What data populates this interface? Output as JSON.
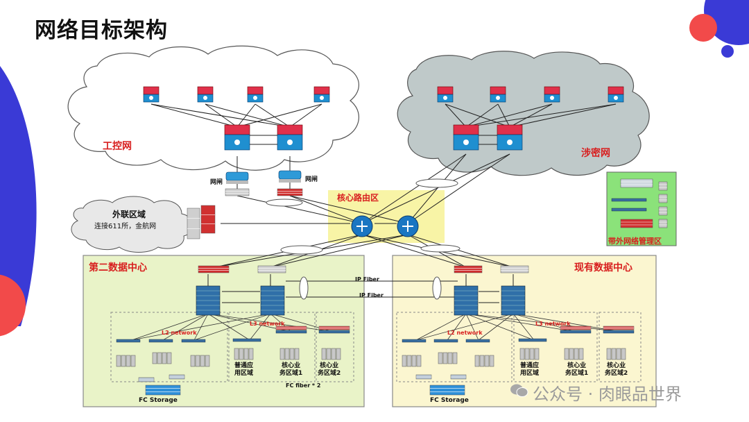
{
  "title": "网络目标架构",
  "zones": {
    "ics_net": "工控网",
    "classified_net": "涉密网",
    "external_zone": "外联区域",
    "external_zone_sub": "连接611所，金航网",
    "core_routing": "核心路由区",
    "oob_mgmt": "带外网络管理区",
    "dc2": "第二数据中心",
    "dc_existing": "现有数据中心"
  },
  "gateway_label": "网闸",
  "links": {
    "ip_fiber": "IP Fiber",
    "fc_fiber": "FC fiber * 2",
    "l2": "L2 network",
    "l3": "L3 network"
  },
  "areas": {
    "general": "普通应\n用区域",
    "core1": "核心业\n务区域1",
    "core2": "核心业\n务区域2"
  },
  "storage": "FC Storage",
  "watermark": "公众号 · 肉眼品世界",
  "colors": {
    "accent_blue": "#3a3ad6",
    "accent_red": "#f24a4a",
    "label_red": "#d81e1e",
    "dc_fill": "#e9f3c8",
    "core_fill": "#f7f39c",
    "oob_fill": "#8be27a"
  }
}
